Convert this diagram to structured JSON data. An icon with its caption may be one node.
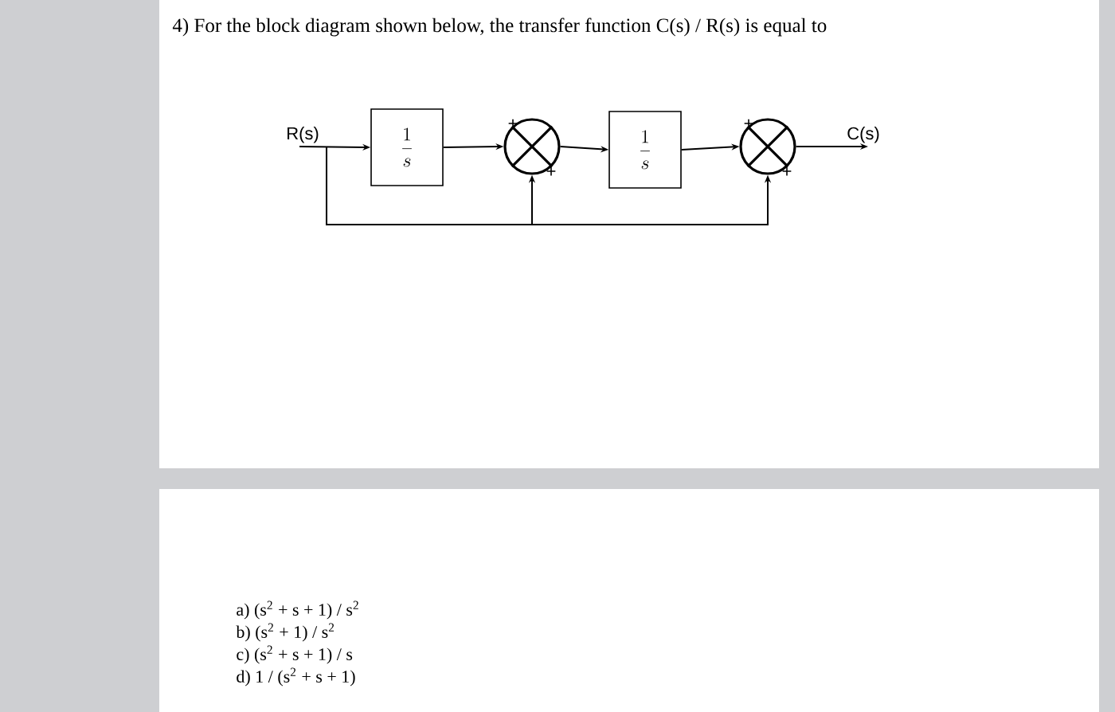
{
  "diagram": {
    "title": "4) For the block diagram shown below, the transfer function C(s) / R(s) is equal to",
    "nodes": [
      {
        "text": [
          "R(s)"
        ]
      },
      {
        "text": [
          "\\frac{1}{s}"
        ]
      },
      {
        "text": [],
        "shape": "circle"
      },
      {
        "text": [
          "\\frac{1}{s}"
        ]
      },
      {
        "text": [],
        "shape": "circle"
      },
      {
        "text": [
          "C(s)"
        ]
      }
    ],
    "edges": [
      {
        "from": 0,
        "to": 1,
        "arrow": "to"
      },
      {
        "from": 1,
        "to": 2,
        "arrow": "to",
        "label": "+"
      },
      {
        "from": 0,
        "to": 2,
        "arrow": "to",
        "label": "+"
      },
      {
        "from": 2,
        "to": 3,
        "arrow": "to"
      },
      {
        "from": 3,
        "to": 4,
        "arrow": "to",
        "label": "+"
      },
      {
        "from": 0,
        "to": 4,
        "arrow": "to",
        "label": "+"
      },
      {
        "from": 4,
        "to": 5,
        "arrow": "to"
      }
    ],
    "labels": [
      "a) (s$^{2}$ + s + 1) / s$^{2}$",
      "b) (s$^{2}$ + 1) / s$^{2}$",
      "c) (s$^{2}$ + s + 1) / s",
      "d) 1 / (s$^{2}$ + s + 1)"
    ]
  }
}
